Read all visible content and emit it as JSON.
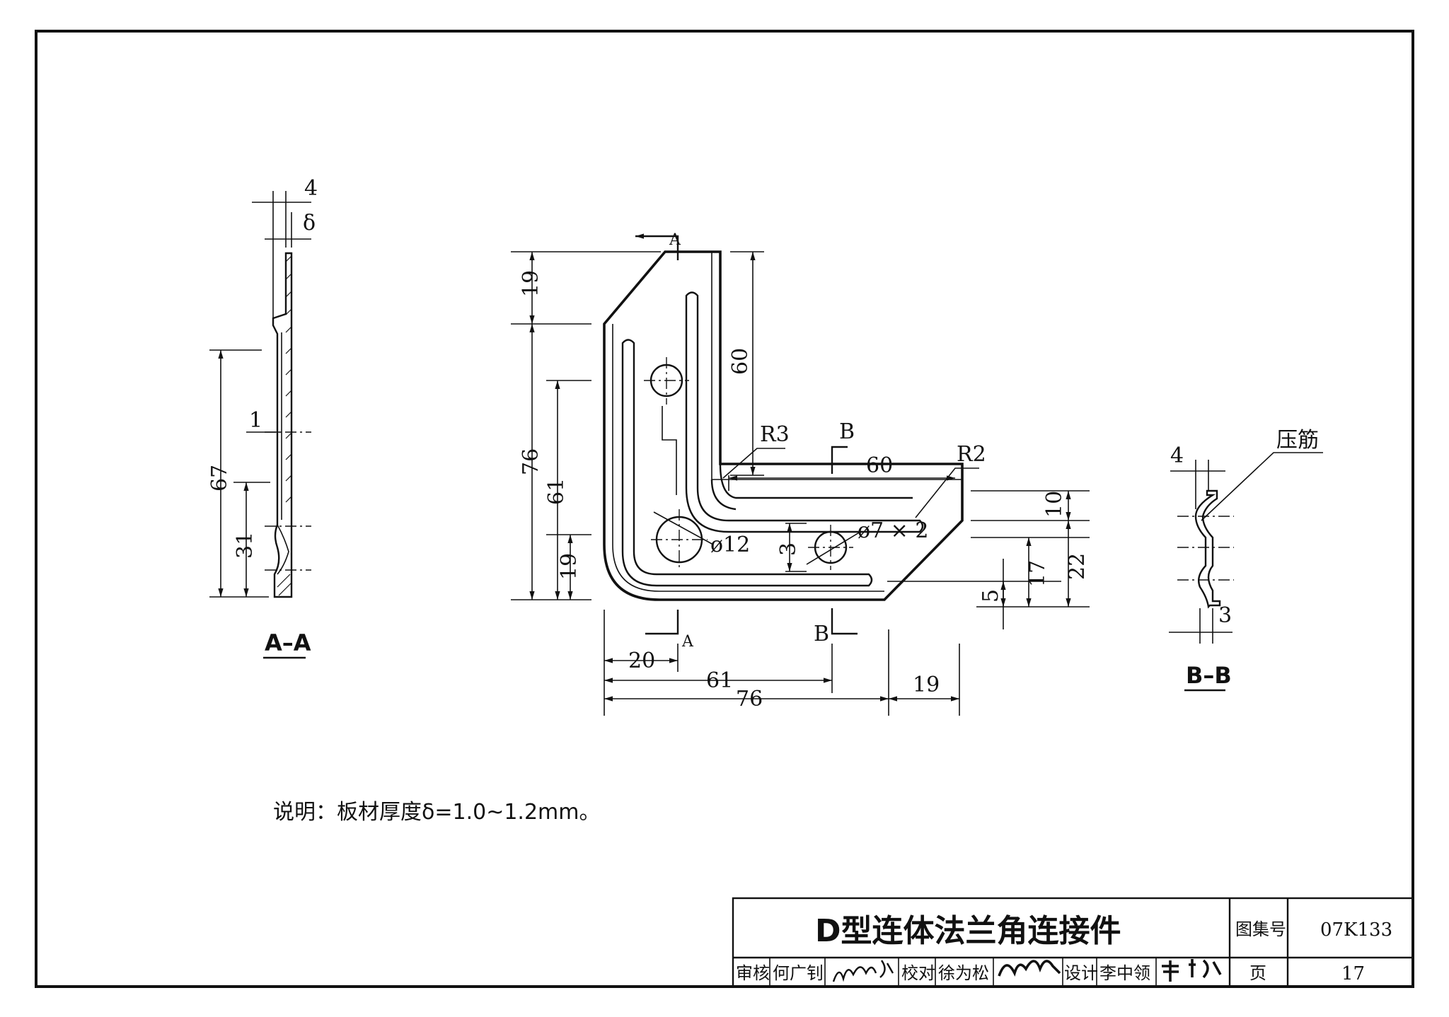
{
  "title_block": {
    "drawing_title": "D型连体法兰角连接件",
    "atlas_label": "图集号",
    "atlas_number": "07K133",
    "page_label": "页",
    "page_number": "17",
    "review_label": "审核",
    "reviewer": "何广钊",
    "check_label": "校对",
    "checker": "徐为松",
    "design_label": "设计",
    "designer": "李中领",
    "reviewer_signature": "何广钊",
    "checker_signature": "徐为松",
    "designer_signature": "李中领"
  },
  "note": "说明：板材厚度δ=1.0~1.2mm。",
  "section_aa": {
    "title": "A–A",
    "dims": {
      "top_width": "4",
      "thickness": "δ",
      "step": "1",
      "height": "67",
      "lower": "31"
    }
  },
  "section_bb": {
    "title": "B–B",
    "callout": "压筋",
    "dims": {
      "top_width": "4",
      "bottom_width": "3"
    }
  },
  "main_view": {
    "section_marks": {
      "a_top": "A",
      "a_bottom": "A",
      "b_top": "B",
      "b_bottom": "B"
    },
    "radius_r3": "R3",
    "radius_r2": "R2",
    "hole_large": "ø12",
    "hole_small": "ø7 × 2",
    "dims": {
      "left_19_top": "19",
      "left_76": "76",
      "left_61": "61",
      "left_19_bottom": "19",
      "vert_60": "60",
      "horiz_60": "60",
      "offset_3": "3",
      "right_10": "10",
      "right_22": "22",
      "right_17": "17",
      "right_5": "5",
      "bottom_20": "20",
      "bottom_61": "61",
      "bottom_76": "76",
      "bottom_19": "19"
    }
  }
}
